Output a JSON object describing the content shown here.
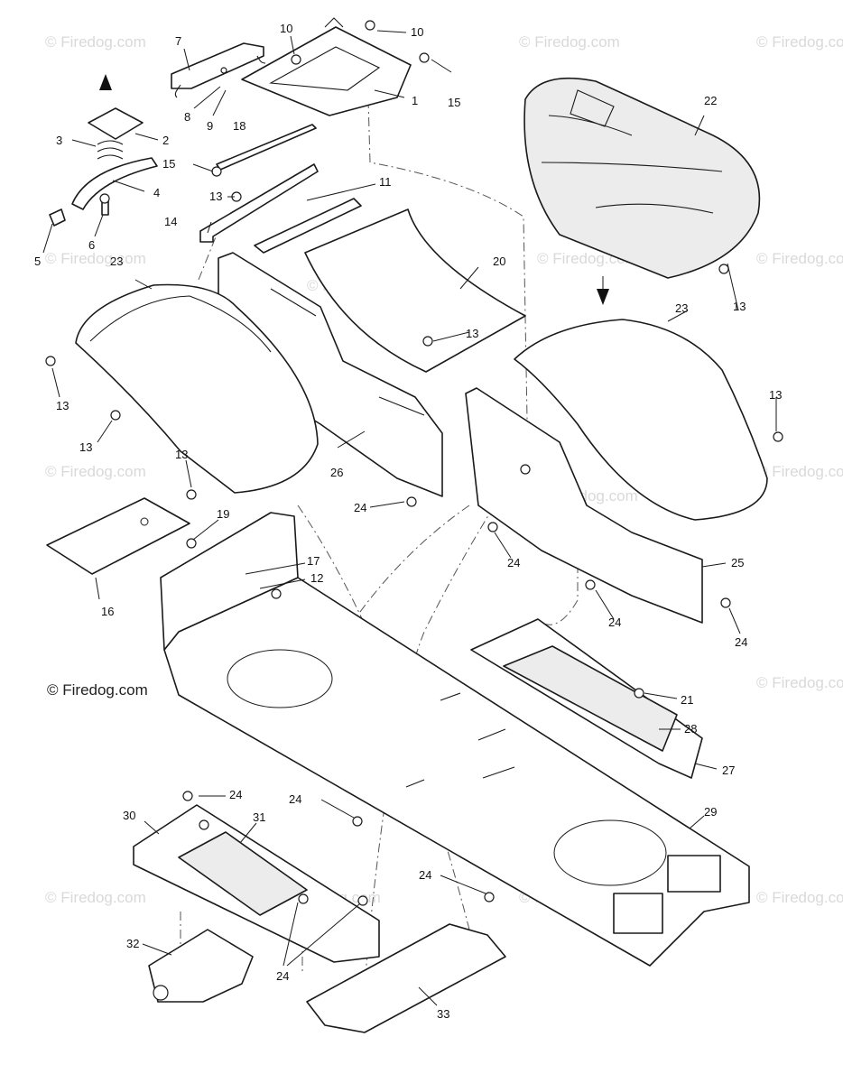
{
  "copyright": "© Firedog.com",
  "watermark": "© Firedog.com",
  "callouts": [
    {
      "id": "1",
      "label": "1"
    },
    {
      "id": "2",
      "label": "2"
    },
    {
      "id": "3",
      "label": "3"
    },
    {
      "id": "4",
      "label": "4"
    },
    {
      "id": "5",
      "label": "5"
    },
    {
      "id": "6",
      "label": "6"
    },
    {
      "id": "7",
      "label": "7"
    },
    {
      "id": "8",
      "label": "8"
    },
    {
      "id": "9",
      "label": "9"
    },
    {
      "id": "10a",
      "label": "10"
    },
    {
      "id": "10b",
      "label": "10"
    },
    {
      "id": "11",
      "label": "11"
    },
    {
      "id": "12",
      "label": "12"
    },
    {
      "id": "13a",
      "label": "13"
    },
    {
      "id": "13b",
      "label": "13"
    },
    {
      "id": "13c",
      "label": "13"
    },
    {
      "id": "13d",
      "label": "13"
    },
    {
      "id": "13e",
      "label": "13"
    },
    {
      "id": "13f",
      "label": "13"
    },
    {
      "id": "13g",
      "label": "13"
    },
    {
      "id": "14",
      "label": "14"
    },
    {
      "id": "15a",
      "label": "15"
    },
    {
      "id": "15b",
      "label": "15"
    },
    {
      "id": "16",
      "label": "16"
    },
    {
      "id": "17",
      "label": "17"
    },
    {
      "id": "18",
      "label": "18"
    },
    {
      "id": "19",
      "label": "19"
    },
    {
      "id": "20",
      "label": "20"
    },
    {
      "id": "21",
      "label": "21"
    },
    {
      "id": "22",
      "label": "22"
    },
    {
      "id": "23a",
      "label": "23"
    },
    {
      "id": "23b",
      "label": "23"
    },
    {
      "id": "24a",
      "label": "24"
    },
    {
      "id": "24b",
      "label": "24"
    },
    {
      "id": "24c",
      "label": "24"
    },
    {
      "id": "24d",
      "label": "24"
    },
    {
      "id": "24e",
      "label": "24"
    },
    {
      "id": "24f",
      "label": "24"
    },
    {
      "id": "24g",
      "label": "24"
    },
    {
      "id": "24h",
      "label": "24"
    },
    {
      "id": "25",
      "label": "25"
    },
    {
      "id": "26",
      "label": "26"
    },
    {
      "id": "27",
      "label": "27"
    },
    {
      "id": "28",
      "label": "28"
    },
    {
      "id": "29",
      "label": "29"
    },
    {
      "id": "30",
      "label": "30"
    },
    {
      "id": "31",
      "label": "31"
    },
    {
      "id": "32",
      "label": "32"
    },
    {
      "id": "33",
      "label": "33"
    }
  ]
}
